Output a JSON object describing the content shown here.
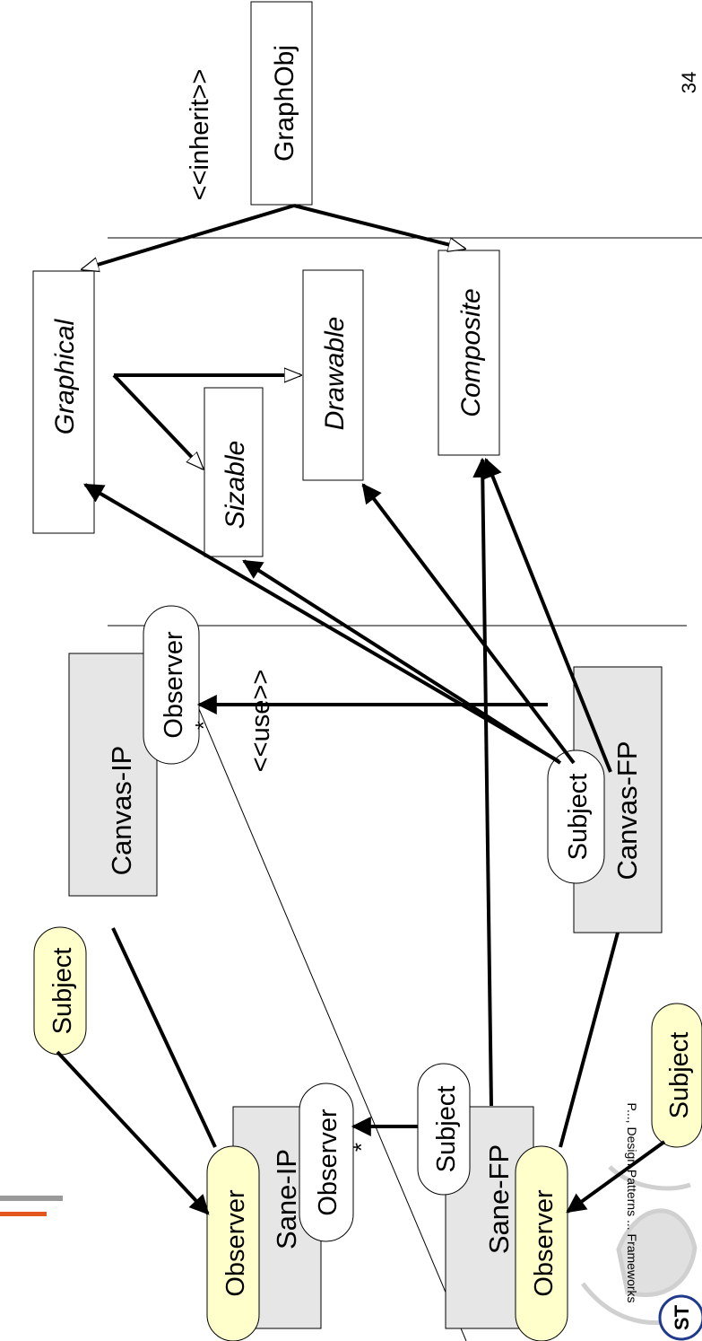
{
  "page_number": "34",
  "footer_text": "P..., Design Patterns ... Frameworks",
  "stereotypes": {
    "inherit": "<<inherit>>",
    "use": "<<use>>"
  },
  "classes": {
    "graphobj": "GraphObj",
    "graphical": "Graphical",
    "sizable": "Sizable",
    "drawable": "Drawable",
    "composite": "Composite"
  },
  "components": {
    "canvas_ip": "Canvas-IP",
    "sane_ip": "Sane-IP",
    "sane_fp": "Sane-FP",
    "canvas_fp": "Canvas-FP"
  },
  "roles": {
    "subject": "Subject",
    "observer": "Observer"
  },
  "multiplicity": "*",
  "logo_text": "ST",
  "colors": {
    "role_highlight": "#FFFFCC",
    "component_fill": "#E6E6E6",
    "accent_orange": "#E3571E",
    "accent_gray": "#9A9A9A"
  }
}
